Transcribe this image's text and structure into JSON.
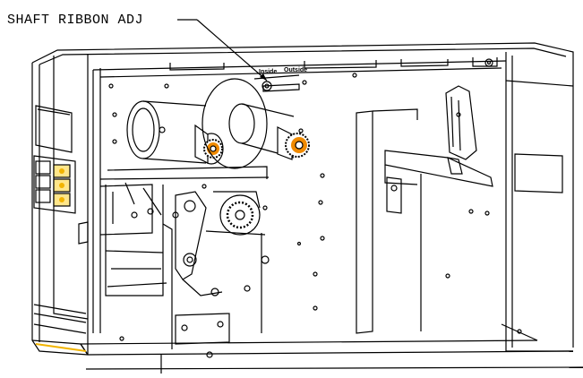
{
  "callout": {
    "label": "SHAFT RIBBON ADJ"
  },
  "switch_labels": {
    "inside": "Inside",
    "outside": "Outside"
  },
  "colors": {
    "line": "#000000",
    "background": "#ffffff",
    "accent_yellow": "#f2b400",
    "gear_orange": "#f08a00"
  }
}
